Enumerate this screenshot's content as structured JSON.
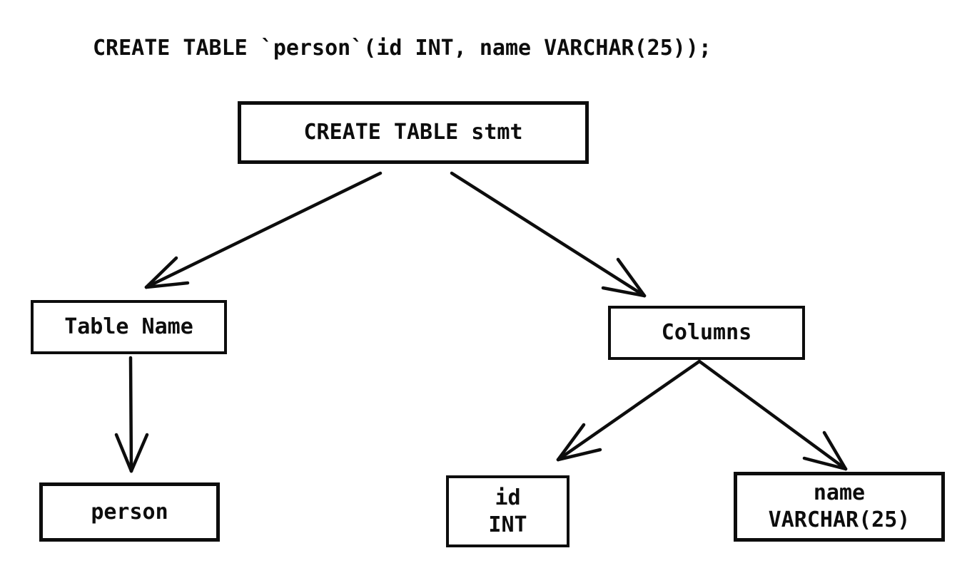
{
  "header": {
    "sql": "CREATE TABLE `person`(id INT, name VARCHAR(25));"
  },
  "nodes": {
    "root": {
      "label": "CREATE TABLE stmt"
    },
    "table_name": {
      "label": "Table Name"
    },
    "person": {
      "label": "person"
    },
    "columns": {
      "label": "Columns"
    },
    "id_col": {
      "line1": "id",
      "line2": "INT"
    },
    "name_col": {
      "line1": "name",
      "line2": "VARCHAR(25)"
    }
  },
  "edges": [
    {
      "from": "create-table-stmt",
      "to": "table-name"
    },
    {
      "from": "create-table-stmt",
      "to": "columns"
    },
    {
      "from": "table-name",
      "to": "person"
    },
    {
      "from": "columns",
      "to": "id-int"
    },
    {
      "from": "columns",
      "to": "name-varchar-25"
    }
  ],
  "colors": {
    "background": "#ffffff",
    "stroke": "#0d0d0d",
    "text": "#0d0d0d"
  }
}
